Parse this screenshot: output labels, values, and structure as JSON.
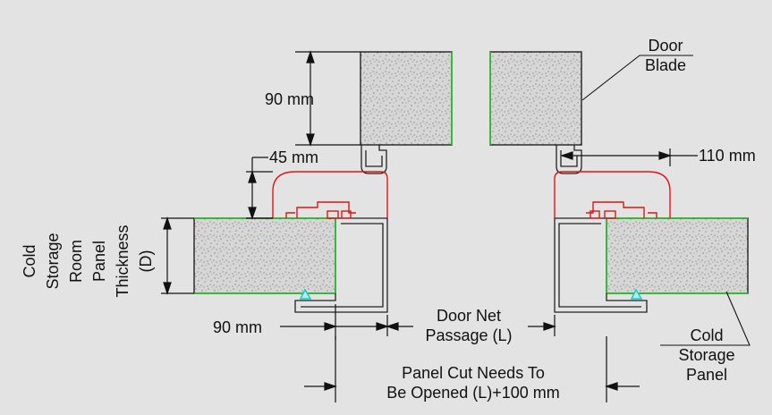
{
  "labels": {
    "door_blade": [
      "Door",
      "Blade"
    ],
    "blade_thickness": "90 mm",
    "frame_height": "45 mm",
    "frame_reach": "110 mm",
    "panel_thickness_words": [
      "Cold",
      "Storage",
      "Room",
      "Panel",
      "Thickness"
    ],
    "panel_thickness_symbol": "(D)",
    "panel_width": "90 mm",
    "net_passage": [
      "Door Net",
      "Passage (L)"
    ],
    "panel_cut": [
      "Panel Cut Needs To",
      "Be Opened (L)+100 mm"
    ],
    "cold_storage_panel": [
      "Cold",
      "Storage",
      "Panel"
    ]
  },
  "colors": {
    "background": "#e3e3e3",
    "insulation_fill": "#d6d6d6",
    "outline": "#222222",
    "panel_skin": "#19c719",
    "door_frame": "#e01414",
    "gasket": "#1fc7c7"
  },
  "icons": [
    "arrow-head-icon",
    "gasket-icon",
    "seal-icon"
  ]
}
